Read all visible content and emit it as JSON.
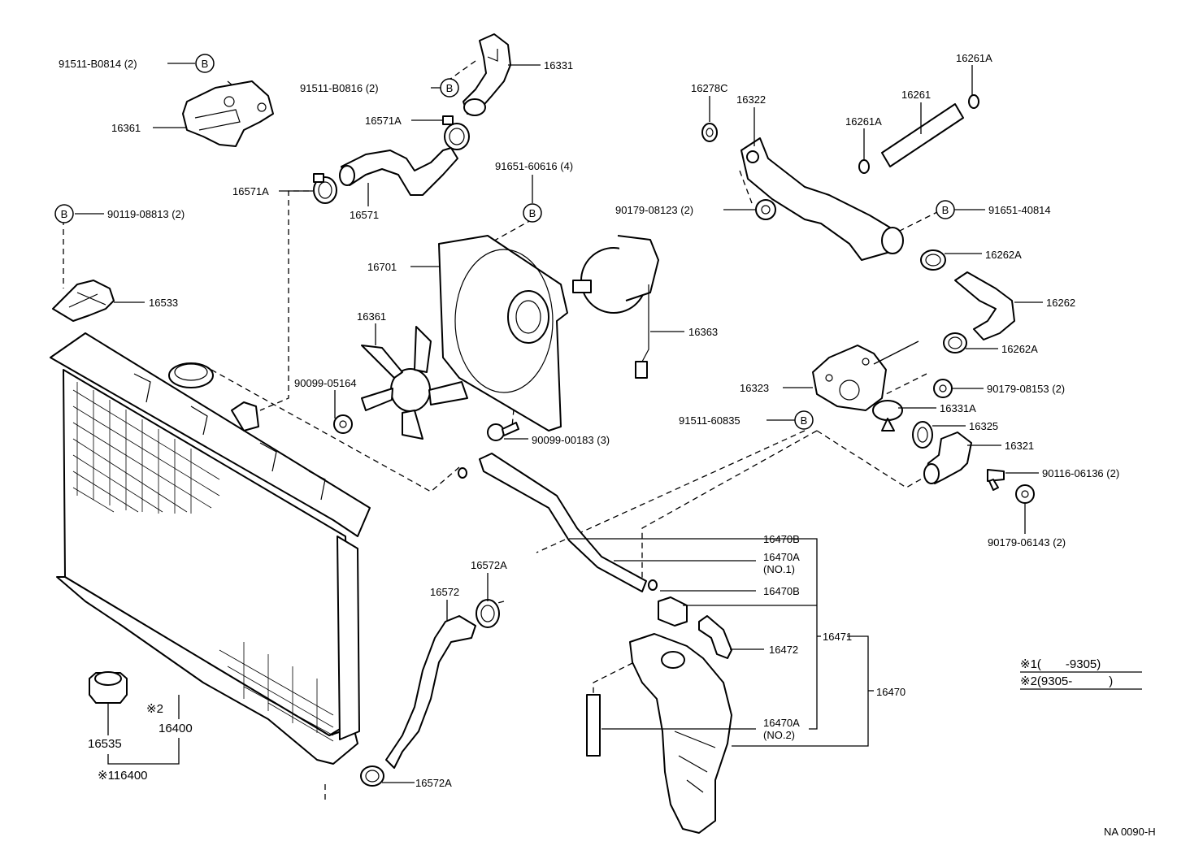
{
  "bolt_symbol": "B",
  "callouts": {
    "p_91511_b0814": "91511-B0814 (2)",
    "p_16361_bracket": "16361",
    "p_16331": "16331",
    "p_91511_b0816": "91511-B0816 (2)",
    "p_16571a_top": "16571A",
    "p_16571a_left": "16571A",
    "p_16571": "16571",
    "p_91651_60616": "91651-60616 (4)",
    "p_90119_08813": "90119-08813 (2)",
    "p_16533": "16533",
    "p_16701": "16701",
    "p_16361_fan": "16361",
    "p_16363": "16363",
    "p_90099_05164": "90099-05164",
    "p_90099_00183": "90099-00183 (3)",
    "p_16278c": "16278C",
    "p_16322": "16322",
    "p_16261a_top": "16261A",
    "p_16261": "16261",
    "p_16261a_mid": "16261A",
    "p_90179_08123": "90179-08123 (2)",
    "p_91651_40814": "91651-40814",
    "p_16262a_top": "16262A",
    "p_16262": "16262",
    "p_16262a_bot": "16262A",
    "p_16323": "16323",
    "p_90179_08153": "90179-08153 (2)",
    "p_91511_60835": "91511-60835",
    "p_16331a": "16331A",
    "p_16325": "16325",
    "p_16321": "16321",
    "p_90116_06136": "90116-06136 (2)",
    "p_90179_06143": "90179-06143 (2)",
    "p_16470b_1": "16470B",
    "p_16470a_no1": "16470A",
    "p_no1": "(NO.1)",
    "p_16470b_2": "16470B",
    "p_16471": "16471",
    "p_16472": "16472",
    "p_16470": "16470",
    "p_16470a_no2": "16470A",
    "p_no2": "(NO.2)",
    "p_16572a_top": "16572A",
    "p_16572": "16572",
    "p_16572a_bot": "16572A",
    "p_16535": "16535",
    "p_mark2": "※2",
    "p_16400": "16400",
    "p_mark1_16400": "※116400"
  },
  "legend": {
    "row1": "※1(　　-9305)",
    "row2": "※2(9305-　　　)"
  },
  "footer": {
    "diagram_code": "NA 0090-H"
  }
}
